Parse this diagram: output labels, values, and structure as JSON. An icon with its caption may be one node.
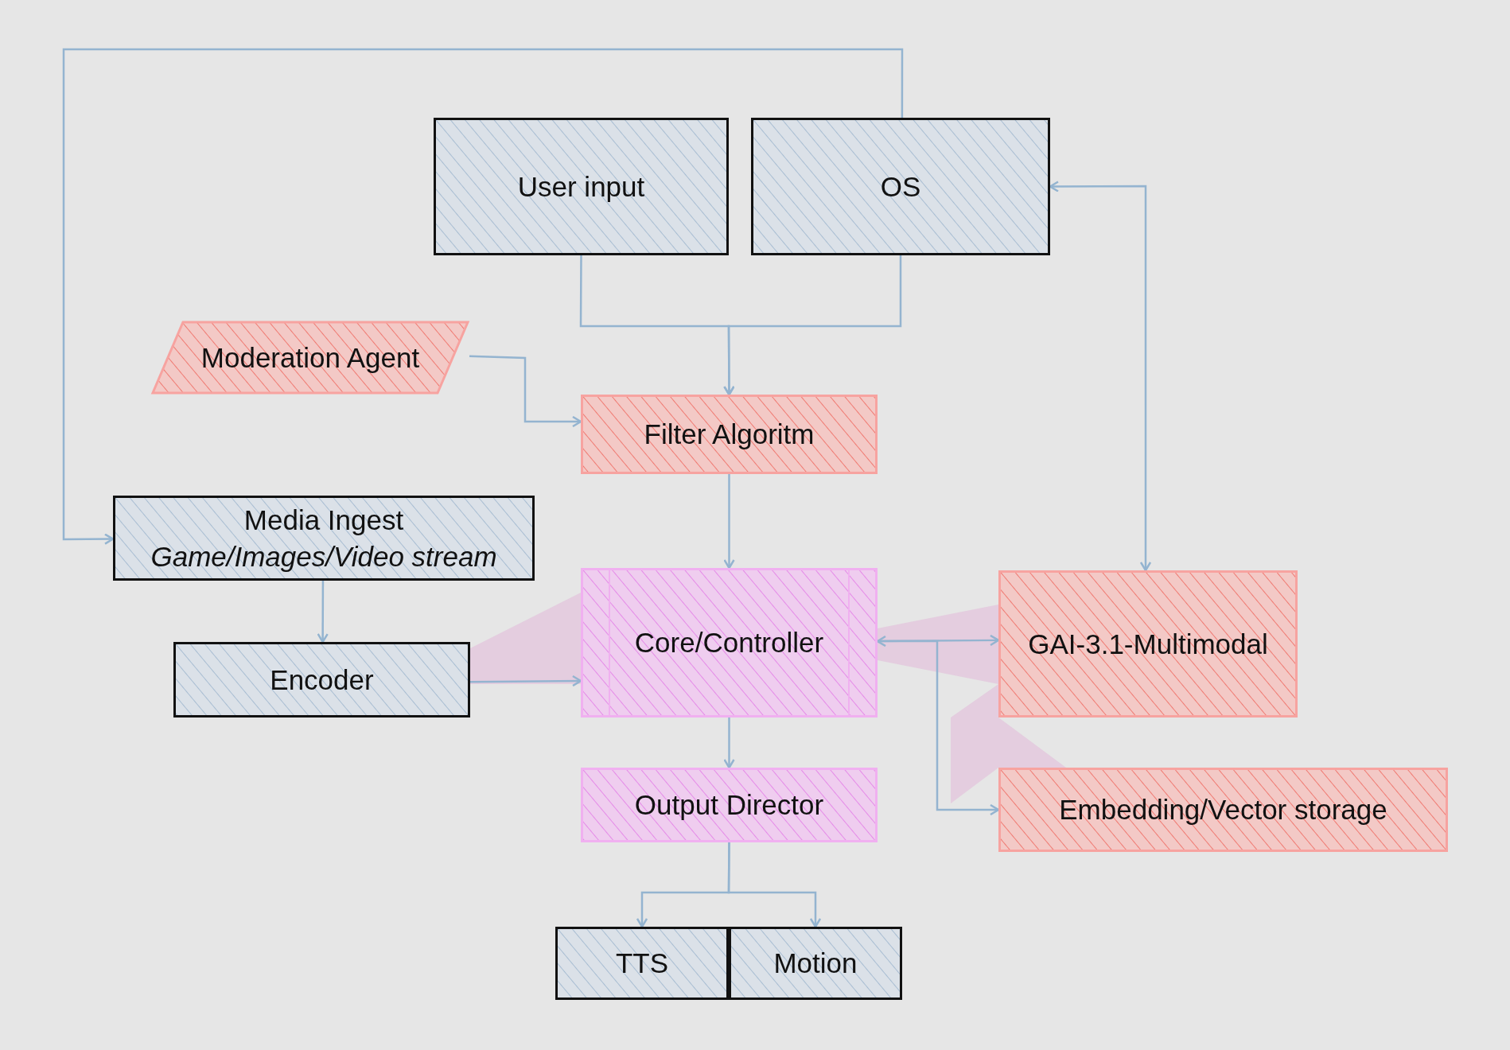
{
  "diagram": {
    "nodes": [
      {
        "text": [
          "User input"
        ]
      },
      {
        "text": [
          "OS"
        ]
      },
      {
        "text": [
          "Moderation Agent"
        ]
      },
      {
        "text": [
          "Filter Algoritm"
        ]
      },
      {
        "text": [
          "Core/Controller"
        ]
      },
      {
        "text": [
          "Media Ingest",
          "Game/Images/Video stream"
        ]
      },
      {
        "text": [
          "Encoder"
        ]
      },
      {
        "text": [
          "GAI-3.1-Multimodal"
        ]
      },
      {
        "text": [
          "Output Director"
        ]
      },
      {
        "text": [
          "Embedding/Vector storage"
        ]
      },
      {
        "text": [
          "TTS"
        ]
      },
      {
        "text": [
          "Motion"
        ]
      }
    ],
    "edges": [
      {
        "from": 0,
        "to": 3,
        "arrow": "to"
      },
      {
        "from": 1,
        "to": 3,
        "arrow": "to"
      },
      {
        "from": 2,
        "to": 3,
        "arrow": "to"
      },
      {
        "from": 1,
        "to": 5,
        "arrow": "to"
      },
      {
        "from": 3,
        "to": 4,
        "arrow": "to"
      },
      {
        "from": 5,
        "to": 6,
        "arrow": "to"
      },
      {
        "from": 6,
        "to": 4,
        "arrow": "to"
      },
      {
        "from": 4,
        "to": 7,
        "arrow": "both"
      },
      {
        "from": 4,
        "to": 9,
        "arrow": "to"
      },
      {
        "from": 1,
        "to": 7,
        "arrow": "both"
      },
      {
        "from": 4,
        "to": 8,
        "arrow": "to"
      },
      {
        "from": 8,
        "to": 10,
        "arrow": "to"
      },
      {
        "from": 8,
        "to": 11,
        "arrow": "to"
      }
    ]
  }
}
